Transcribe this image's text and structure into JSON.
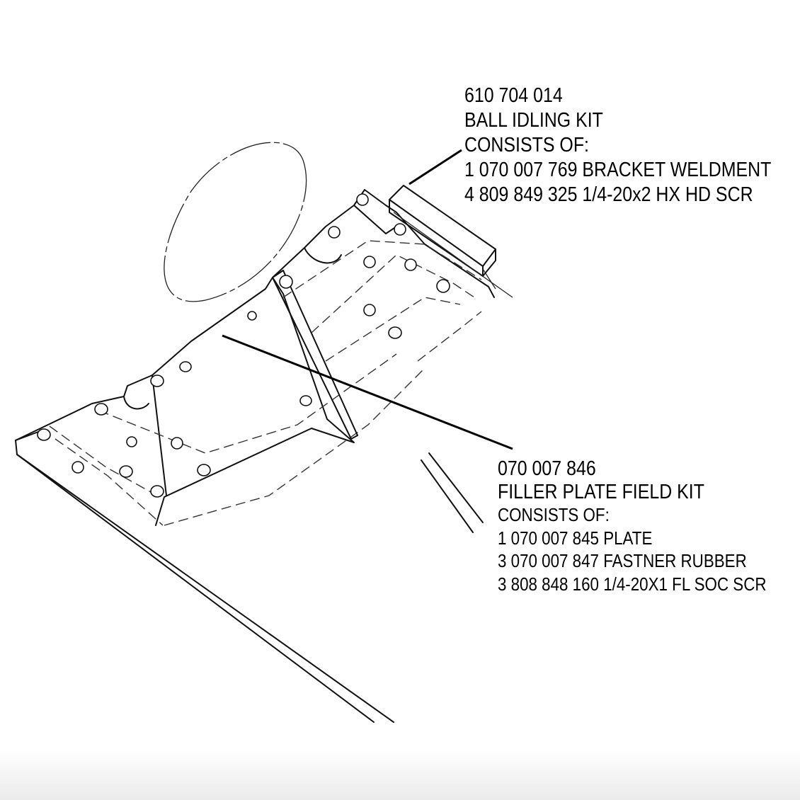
{
  "callouts": {
    "ball_idling_kit": {
      "part_number": "610 704 014",
      "title": "BALL IDLING KIT",
      "consists": "CONSISTS OF:",
      "items": [
        "1  070 007 769 BRACKET WELDMENT",
        "4  809 849 325 1/4-20x2 HX HD SCR"
      ]
    },
    "filler_plate_field_kit": {
      "part_number": "070 007 846",
      "title": "FILLER PLATE FIELD KIT",
      "consists": "CONSISTS OF:",
      "items": [
        "1  070 007 845 PLATE",
        "3  070 007 847 FASTNER RUBBER",
        "3  808 848 160 1/4-20X1 FL SOC SCR"
      ]
    }
  },
  "drawing": {
    "style": "black line art on white",
    "line_color": "#111111",
    "background_color": "#ffffff"
  }
}
